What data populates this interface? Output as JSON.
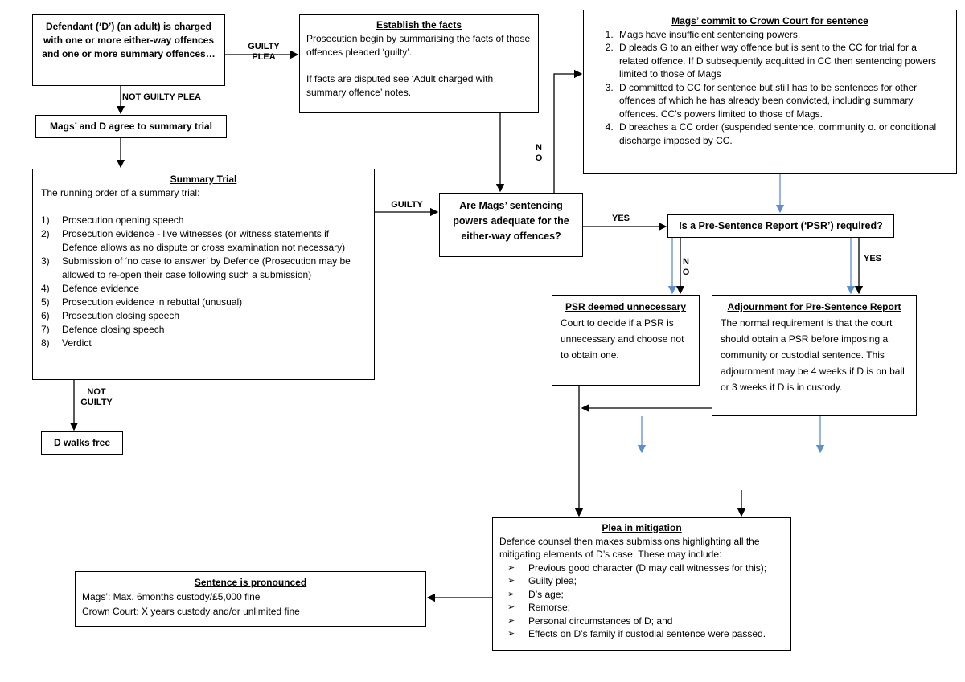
{
  "boxes": {
    "defendant": "Defendant (‘D’) (an adult) is charged with one or more either-way offences and one or more summary offences…",
    "establish": {
      "title": "Establish the facts",
      "p1": "Prosecution begin by summarising the facts of those offences pleaded ‘guilty’.",
      "p2": "If facts are disputed see ‘Adult charged with summary offence’ notes."
    },
    "commit": {
      "title": "Mags’ commit to Crown Court for sentence",
      "items": [
        "Mags have insufficient sentencing powers.",
        "D pleads G to an either way offence but is sent to the CC for trial for a related offence. If D subsequently acquitted in CC then sentencing powers limited to those of Mags",
        "D committed to CC for sentence but still has to be sentences for other offences of which he has already been convicted, including summary offences. CC’s powers limited to those of Mags.",
        "D breaches a CC order (suspended sentence, community o. or conditional discharge imposed by CC."
      ]
    },
    "agree": "Mags’ and D agree to summary trial",
    "summary": {
      "title": "Summary Trial",
      "intro": "The running order of a summary trial:",
      "items": [
        {
          "n": "1)",
          "t": "Prosecution opening speech"
        },
        {
          "n": "2)",
          "t": "Prosecution evidence - live witnesses (or witness statements if Defence allows as no dispute or cross examination not necessary)"
        },
        {
          "n": "3)",
          "t": "Submission of ‘no case to answer’ by Defence (Prosecution may be allowed to re-open their case following such a submission)"
        },
        {
          "n": "4)",
          "t": "Defence evidence"
        },
        {
          "n": "5)",
          "t": "Prosecution evidence in rebuttal (unusual)"
        },
        {
          "n": "6)",
          "t": "Prosecution closing speech"
        },
        {
          "n": "7)",
          "t": "Defence closing speech"
        },
        {
          "n": "8)",
          "t": "Verdict"
        }
      ]
    },
    "adequate": "Are Mags’ sentencing powers adequate for the either-way offences?",
    "psr_required": "Is a Pre-Sentence Report (‘PSR’) required?",
    "psr_unnecessary": {
      "title": "PSR deemed unnecessary",
      "body": "Court to decide if a PSR is unnecessary and choose not to obtain one."
    },
    "adjournment": {
      "title": "Adjournment for Pre-Sentence Report",
      "body": "The normal requirement is that the court should obtain a PSR before imposing a community or custodial sentence. This adjournment may be 4 weeks if D is on bail or 3 weeks if D is in custody."
    },
    "walks_free": "D walks free",
    "mitigation": {
      "title": "Plea in mitigation",
      "intro": "Defence counsel then makes submissions highlighting all the mitigating elements of D’s case. These may include:",
      "items": [
        "Previous good character (D may call witnesses for this);",
        "Guilty plea;",
        "D’s age;",
        "Remorse;",
        "Personal circumstances of D; and",
        "Effects on D’s family if custodial sentence were passed."
      ]
    },
    "sentence": {
      "title": "Sentence is pronounced",
      "line1": "Mags’: Max. 6months custody/£5,000 fine",
      "line2": "Crown Court: X years custody and/or unlimited fine"
    }
  },
  "labels": {
    "guilty_plea": "GUILTY\nPLEA",
    "not_guilty_plea": "NOT GUILTY PLEA",
    "guilty": "GUILTY",
    "no_top": "N\nO",
    "yes_mid": "YES",
    "no_psr": "N\nO",
    "yes_psr": "YES",
    "not_guilty": "NOT\nGUILTY"
  },
  "colors": {
    "line": "#000000",
    "blue_line": "#5b8fd0"
  }
}
